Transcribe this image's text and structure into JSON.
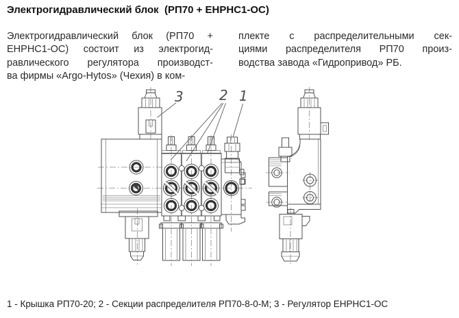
{
  "title": "Электрогидравлический блок  (РП70 + ЕНРНС1-ОС)",
  "body": {
    "left_column": {
      "line1": "Электрогидравлический блок (РП70 +",
      "line2": "ЕНРНС1-ОС) состоит из электрогид-",
      "line3": "равлического регулятора производст-",
      "line4": "ва фирмы «Argo-Hytos» (Чехия) в ком-"
    },
    "right_column": {
      "line1": "плекте с распределительными сек-",
      "line2": "циями распределителя РП70 произ-",
      "line3": "водства завода «Гидропривод» РБ."
    }
  },
  "figure": {
    "kind": "technical-drawing, front and side views of electrohydraulic block",
    "callouts": {
      "one": {
        "number": "1",
        "part": "Крышка РП70-20"
      },
      "two": {
        "number": "2",
        "part": "Секции распределителя РП70-8-0-М"
      },
      "three": {
        "number": "3",
        "part": "Регулятор ЕНРНС1-ОС"
      }
    },
    "colors": {
      "line": "#4f4f4f",
      "ring": "#333333",
      "centerline": "#8a8a8a"
    }
  },
  "caption": "1 - Крышка РП70-20; 2 - Секции распределителя РП70-8-0-М; 3 - Регулятор ЕНРНС1-ОС"
}
